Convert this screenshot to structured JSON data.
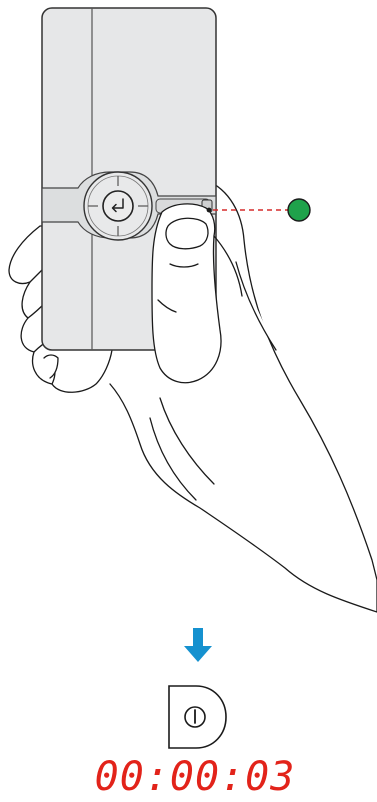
{
  "instruction": {
    "device": "handheld-remote-device",
    "action": "press-and-hold-side-power-button",
    "indicator_color": "#1fa24b",
    "arrow_color": "#1591cf",
    "power_icon": "power-icon",
    "enter_icon": "enter-return-icon"
  },
  "timer": {
    "display": "00:00:03",
    "color": "#e2231a"
  }
}
